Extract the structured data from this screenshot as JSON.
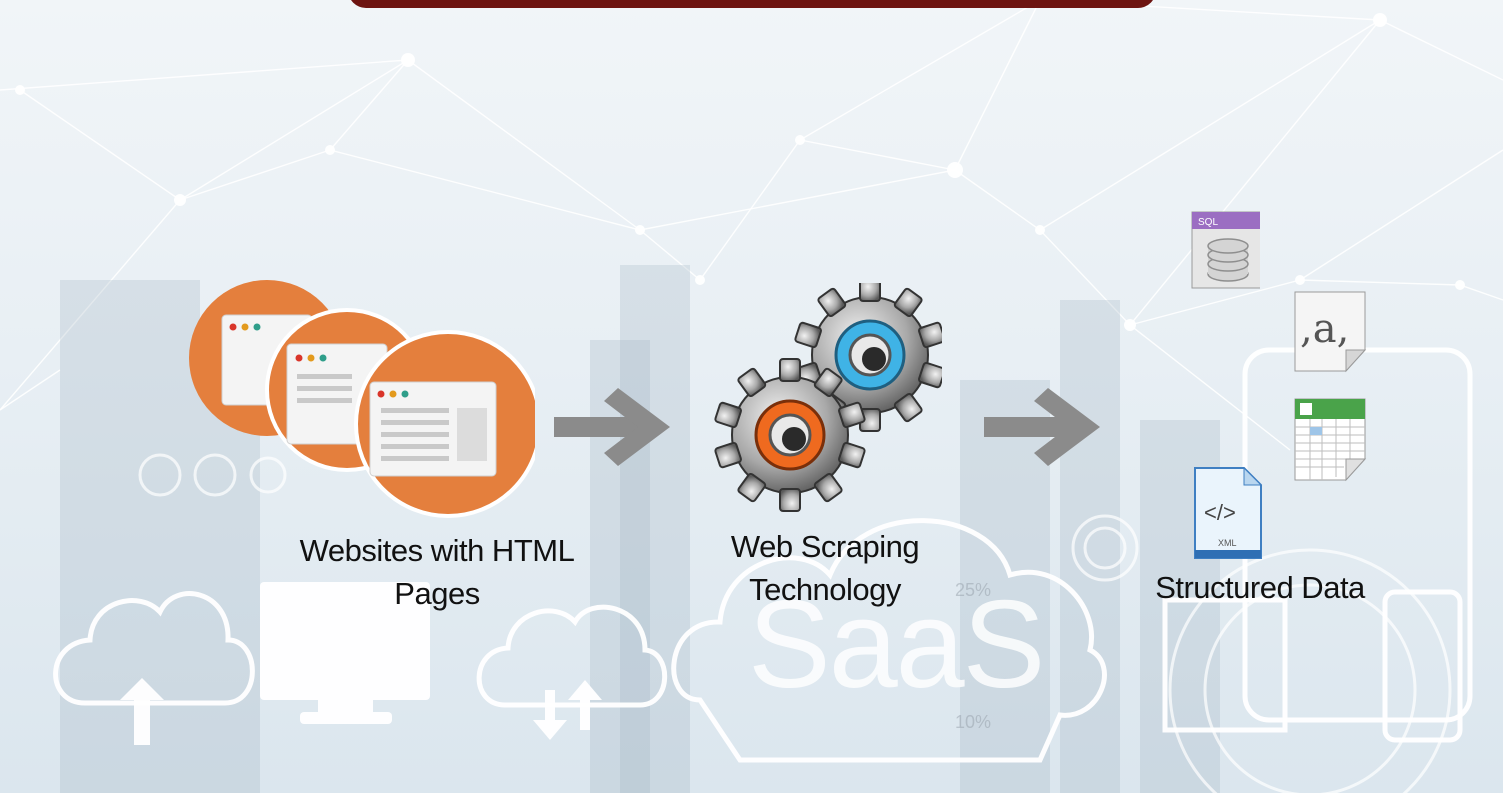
{
  "diagram": {
    "steps": [
      {
        "label_line1": "Websites with HTML",
        "label_line2": "Pages"
      },
      {
        "label_line1": "Web Scraping",
        "label_line2": "Technology"
      },
      {
        "label_line1": "Structured Data"
      }
    ],
    "data_format_icons": {
      "sql_label": "SQL",
      "csv_glyph": ",a,",
      "xml_label": "XML",
      "xml_glyph": "</>"
    }
  },
  "background": {
    "saas_text": "SaaS",
    "percent_a": "25%",
    "percent_b": "10%"
  },
  "colors": {
    "banner": "#6d1411",
    "website_circle": "#e47f3d",
    "arrow": "#8b8b8b",
    "gear_blue": "#3fb3e6",
    "gear_orange": "#ef6a1f"
  }
}
